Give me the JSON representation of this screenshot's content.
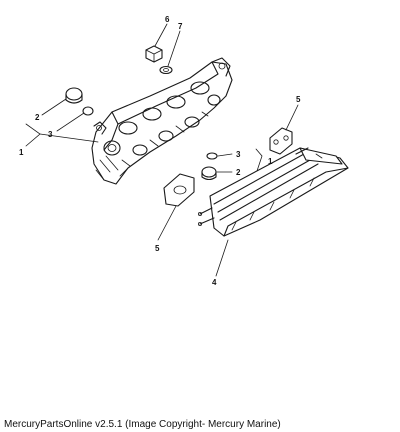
{
  "diagram": {
    "callouts": {
      "c6": "6",
      "c7": "7",
      "c5_top": "5",
      "c2_left": "2",
      "c3_left": "3",
      "c1_left": "1",
      "c3_right": "3",
      "c1_right": "1",
      "c2_right": "2",
      "c5_bottom": "5",
      "c4": "4"
    }
  },
  "footer": {
    "caption": "MercuryPartsOnline v2.5.1 (Image Copyright- Mercury Marine)"
  }
}
